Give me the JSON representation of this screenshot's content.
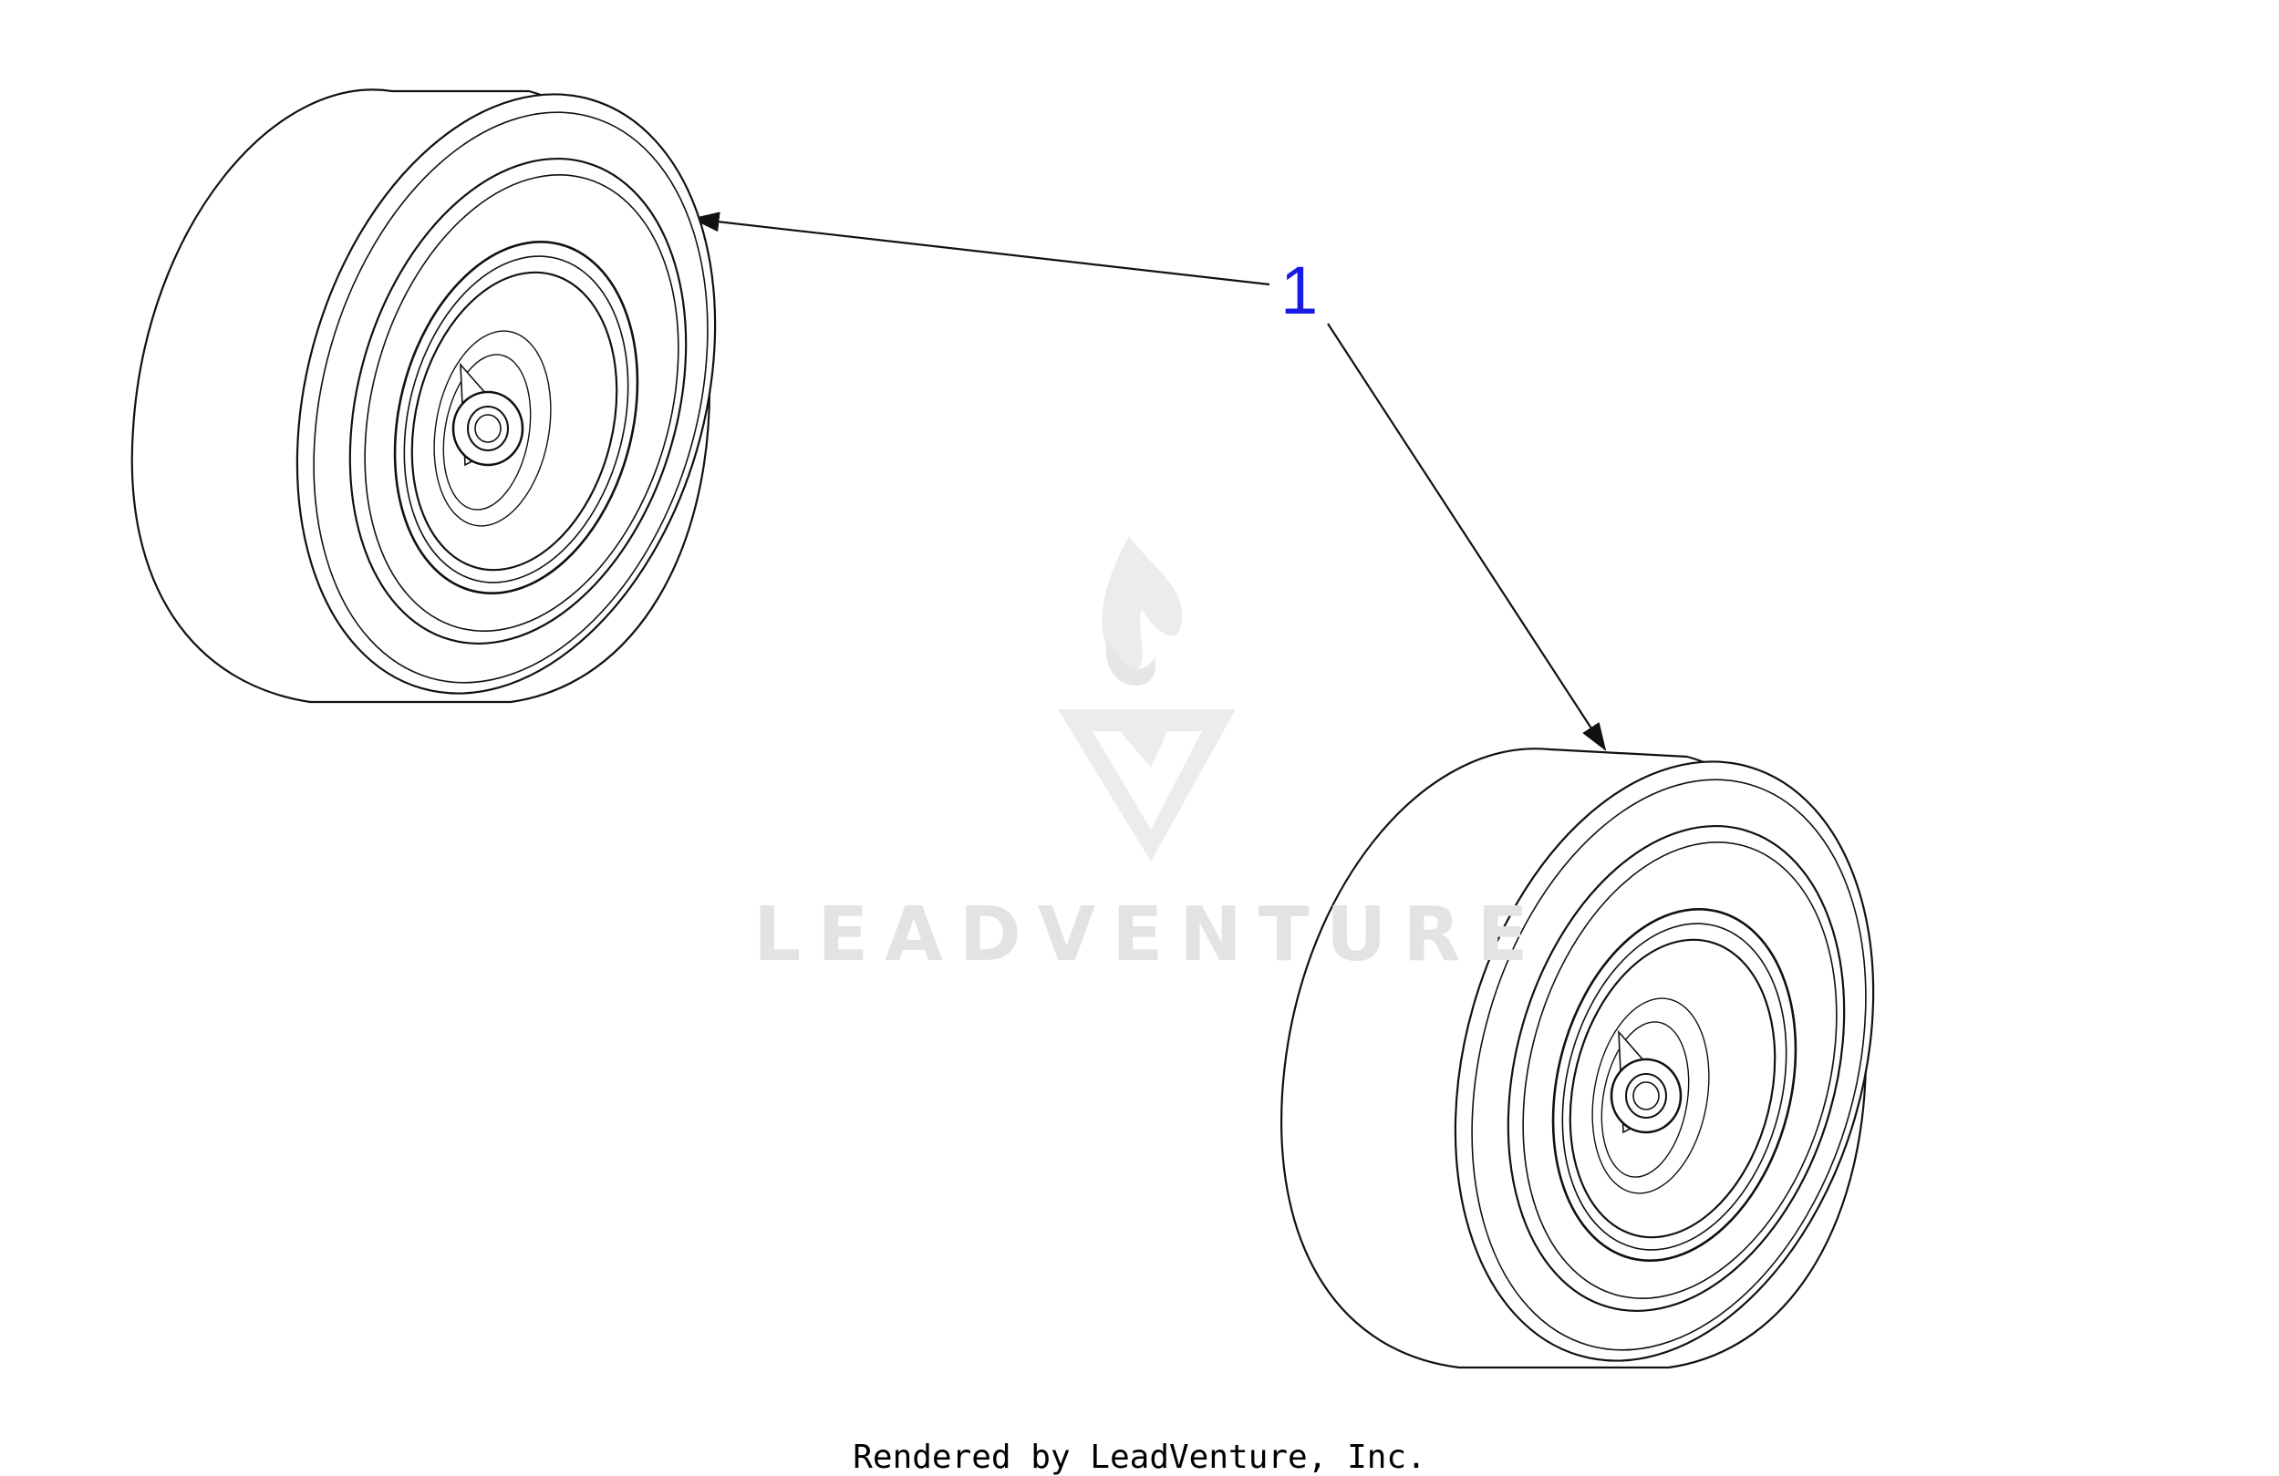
{
  "diagram": {
    "callouts": [
      {
        "label": "1",
        "color": "#1a1ae6"
      }
    ],
    "parts": [
      {
        "name": "wheel-assembly"
      },
      {
        "name": "wheel-assembly"
      }
    ]
  },
  "watermark": {
    "text": "LEADVENTURE",
    "color": "#e3e3e3"
  },
  "footer": {
    "text": "Rendered by LeadVenture, Inc."
  },
  "colors": {
    "line": "#111111",
    "background": "#ffffff"
  }
}
